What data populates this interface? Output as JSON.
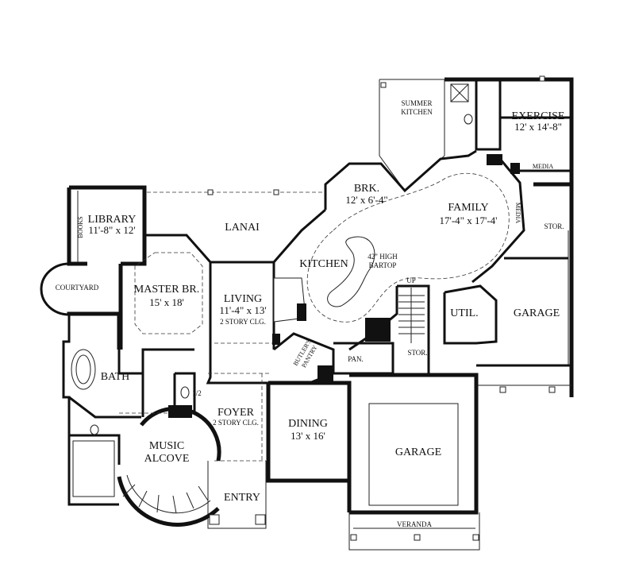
{
  "rooms": {
    "summer_kitchen": {
      "line1": "SUMMER",
      "line2": "KITCHEN"
    },
    "exercise": {
      "name": "EXERCISE",
      "dims": "12' x 14'-8\""
    },
    "media_top": "MEDIA",
    "media_side": "MEDIA",
    "brk": {
      "name": "BRK.",
      "dims": "12' x 6'-4\""
    },
    "family": {
      "name": "FAMILY",
      "dims": "17'-4\" x 17'-4'"
    },
    "stor_right": "STOR.",
    "library": {
      "name": "LIBRARY",
      "dims": "11'-8\" x 12'"
    },
    "books": "BOOKS",
    "lanai": "LANAI",
    "kitchen": "KITCHEN",
    "bartop": {
      "line1": "42\" HIGH",
      "line2": "BARTOP"
    },
    "up": "UP",
    "courtyard": "COURTYARD",
    "master_br": {
      "name": "MASTER BR.",
      "dims": "15' x 18'"
    },
    "living": {
      "name": "LIVING",
      "dims": "11'-4\" x 13'",
      "note": "2 STORY CLG."
    },
    "util": "UTIL.",
    "garage_right": "GARAGE",
    "butlers_pantry": {
      "line1": "BUTLER'S",
      "line2": "PANTRY"
    },
    "stor_mid": "STOR.",
    "pan": "PAN.",
    "bath": "BATH",
    "half_bath": "1/2",
    "foyer": {
      "name": "FOYER",
      "note": "2 STORY CLG."
    },
    "dining": {
      "name": "DINING",
      "dims": "13' x 16'"
    },
    "garage_main": "GARAGE",
    "music_alcove": {
      "line1": "MUSIC",
      "line2": "ALCOVE"
    },
    "entry": "ENTRY",
    "veranda": "VERANDA"
  }
}
